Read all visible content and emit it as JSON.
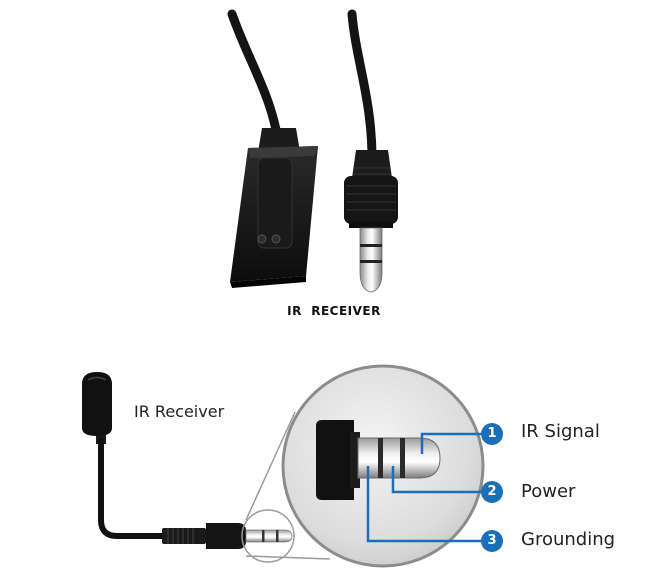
{
  "photo": {
    "caption": "IR  RECEIVER"
  },
  "diagram": {
    "device_label": "IR Receiver",
    "callout_color": "#1a6fb8",
    "pins": [
      {
        "number": "1",
        "label": "IR Signal"
      },
      {
        "number": "2",
        "label": "Power"
      },
      {
        "number": "3",
        "label": "Grounding"
      }
    ]
  }
}
